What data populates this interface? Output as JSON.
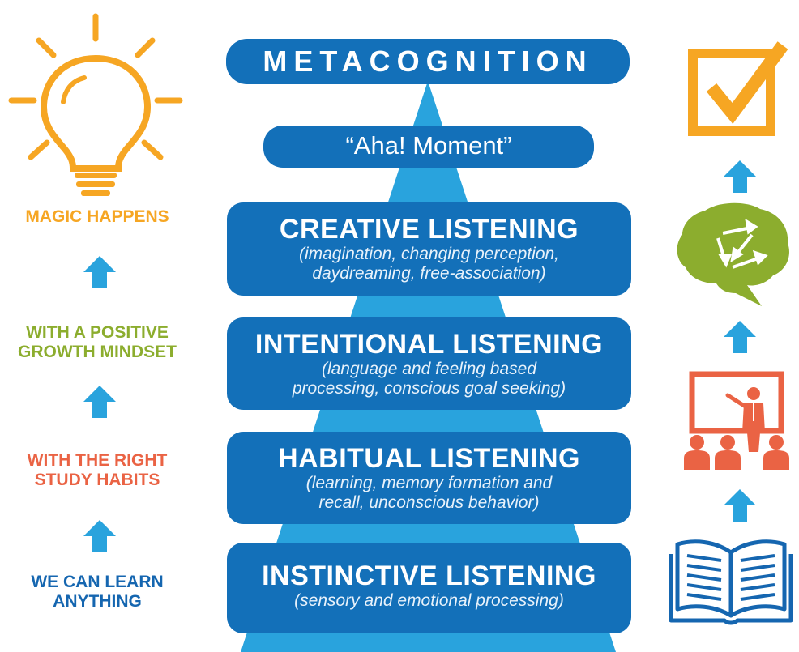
{
  "pyramid": {
    "levels": [
      {
        "title": "METACOGNITION",
        "subtitle": ""
      },
      {
        "title": "“Aha! Moment”",
        "subtitle": ""
      },
      {
        "title": "CREATIVE LISTENING",
        "subtitle_line1": "(imagination, changing perception,",
        "subtitle_line2": "daydreaming, free-association)"
      },
      {
        "title": "INTENTIONAL LISTENING",
        "subtitle_line1": "(language and feeling based",
        "subtitle_line2": "processing, conscious goal seeking)"
      },
      {
        "title": "HABITUAL LISTENING",
        "subtitle_line1": "(learning, memory formation and",
        "subtitle_line2": "recall, unconscious behavior)"
      },
      {
        "title": "INSTINCTIVE LISTENING",
        "subtitle_line1": "(sensory and emotional processing)"
      }
    ]
  },
  "left_column": {
    "magic": "MAGIC HAPPENS",
    "growth_line1": "WITH A POSITIVE",
    "growth_line2": "GROWTH MINDSET",
    "habits_line1": "WITH THE RIGHT",
    "habits_line2": "STUDY HABITS",
    "learn_line1": "WE CAN LEARN",
    "learn_line2": "ANYTHING"
  },
  "icons": {
    "lightbulb": "lightbulb-icon",
    "checkbox": "checkbox-icon",
    "brain": "brain-icon",
    "teacher": "teacher-presentation-icon",
    "book": "open-book-icon",
    "arrow": "arrow-up-icon"
  },
  "colors": {
    "pyramid_light": "#29a3dd",
    "level_blue": "#1370b9",
    "arrow_blue": "#29a3dd",
    "orange": "#f6a623",
    "green": "#8cad2e",
    "red": "#ea6344",
    "dark_blue": "#1566b0"
  }
}
